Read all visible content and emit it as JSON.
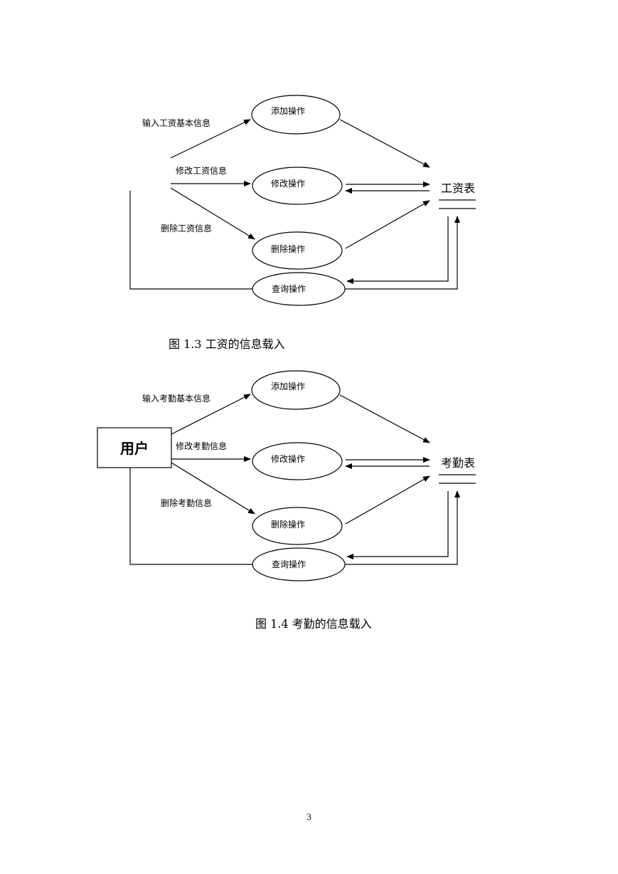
{
  "figures": [
    {
      "caption": "图 1.3 工资的信息载入",
      "user_label": "",
      "store_label": "工资表",
      "flows": {
        "input": "输入工资基本信息",
        "modify": "修改工资信息",
        "delete": "删除工资信息"
      },
      "processes": {
        "add": "添加操作",
        "modify": "修改操作",
        "delete": "删除操作",
        "query": "查询操作"
      }
    },
    {
      "caption": "图 1.4 考勤的信息载入",
      "user_label": "用户",
      "store_label": "考勤表",
      "flows": {
        "input": "输入考勤基本信息",
        "modify": "修改考勤信息",
        "delete": "删除考勤信息"
      },
      "processes": {
        "add": "添加操作",
        "modify": "修改操作",
        "delete": "删除操作",
        "query": "查询操作"
      }
    }
  ],
  "page_number": "3"
}
